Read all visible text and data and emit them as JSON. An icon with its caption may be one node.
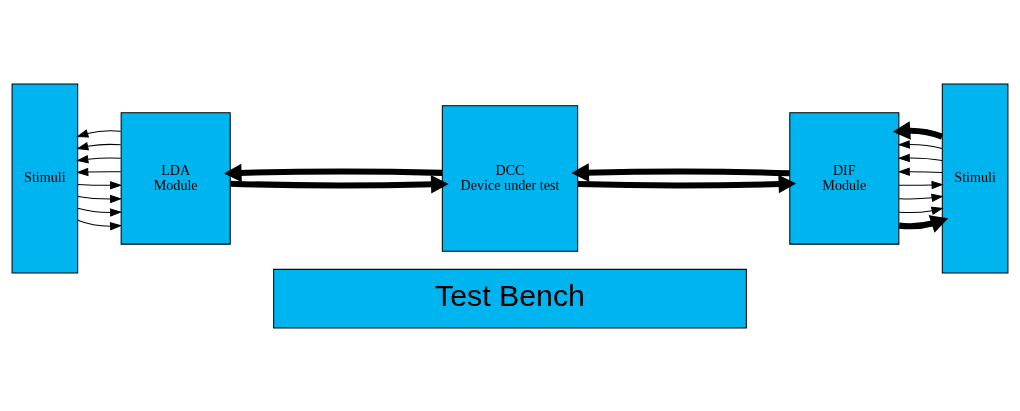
{
  "diagram": {
    "nodes": [
      {
        "text": [
          "Stimuli"
        ]
      },
      {
        "text": [
          "LDA",
          "Module"
        ]
      },
      {
        "text": [
          "DCC",
          "Device under test"
        ]
      },
      {
        "text": [
          "DIF",
          "Module"
        ]
      },
      {
        "text": [
          "Stimuli"
        ]
      },
      {
        "text": [
          "Test Bench"
        ]
      }
    ],
    "edges": [
      {
        "from": 0,
        "to": 1,
        "arrow": "to"
      },
      {
        "from": 0,
        "to": 1,
        "arrow": "to"
      },
      {
        "from": 0,
        "to": 1,
        "arrow": "to"
      },
      {
        "from": 0,
        "to": 1,
        "arrow": "to"
      },
      {
        "from": 1,
        "to": 0,
        "arrow": "to"
      },
      {
        "from": 1,
        "to": 0,
        "arrow": "to"
      },
      {
        "from": 1,
        "to": 0,
        "arrow": "to"
      },
      {
        "from": 1,
        "to": 0,
        "arrow": "to"
      },
      {
        "from": 1,
        "to": 2,
        "arrow": "to",
        "style": "thick"
      },
      {
        "from": 2,
        "to": 1,
        "arrow": "to",
        "style": "thick"
      },
      {
        "from": 2,
        "to": 3,
        "arrow": "to",
        "style": "thick"
      },
      {
        "from": 3,
        "to": 2,
        "arrow": "to",
        "style": "thick"
      },
      {
        "from": 3,
        "to": 4,
        "arrow": "to",
        "style": "thick"
      },
      {
        "from": 3,
        "to": 4,
        "arrow": "to"
      },
      {
        "from": 3,
        "to": 4,
        "arrow": "to"
      },
      {
        "from": 3,
        "to": 4,
        "arrow": "to"
      },
      {
        "from": 4,
        "to": 3,
        "arrow": "to"
      },
      {
        "from": 4,
        "to": 3,
        "arrow": "to"
      },
      {
        "from": 4,
        "to": 3,
        "arrow": "to"
      },
      {
        "from": 4,
        "to": 3,
        "arrow": "to",
        "style": "thick"
      }
    ]
  }
}
